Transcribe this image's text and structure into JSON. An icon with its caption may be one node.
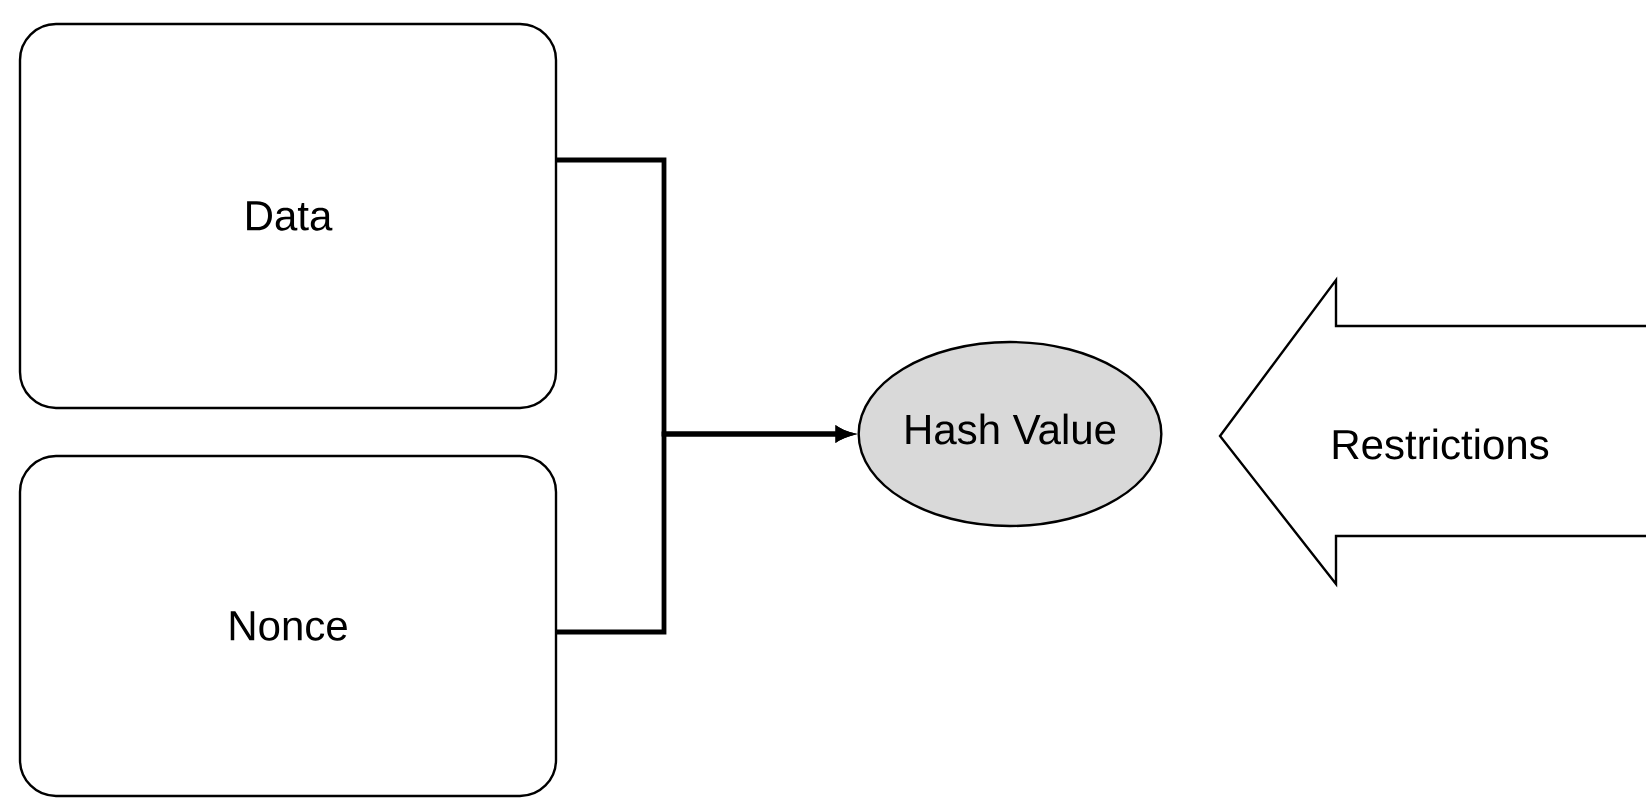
{
  "diagram": {
    "nodes": [
      {
        "text": [
          "Data"
        ]
      },
      {
        "text": [
          "Nonce"
        ]
      },
      {
        "text": [
          "Hash Value"
        ]
      },
      {
        "text": [
          "Restrictions"
        ]
      }
    ],
    "edges": [
      {
        "from": 0,
        "to": 2,
        "arrow": "to"
      },
      {
        "from": 1,
        "to": 2,
        "arrow": "to"
      }
    ]
  }
}
